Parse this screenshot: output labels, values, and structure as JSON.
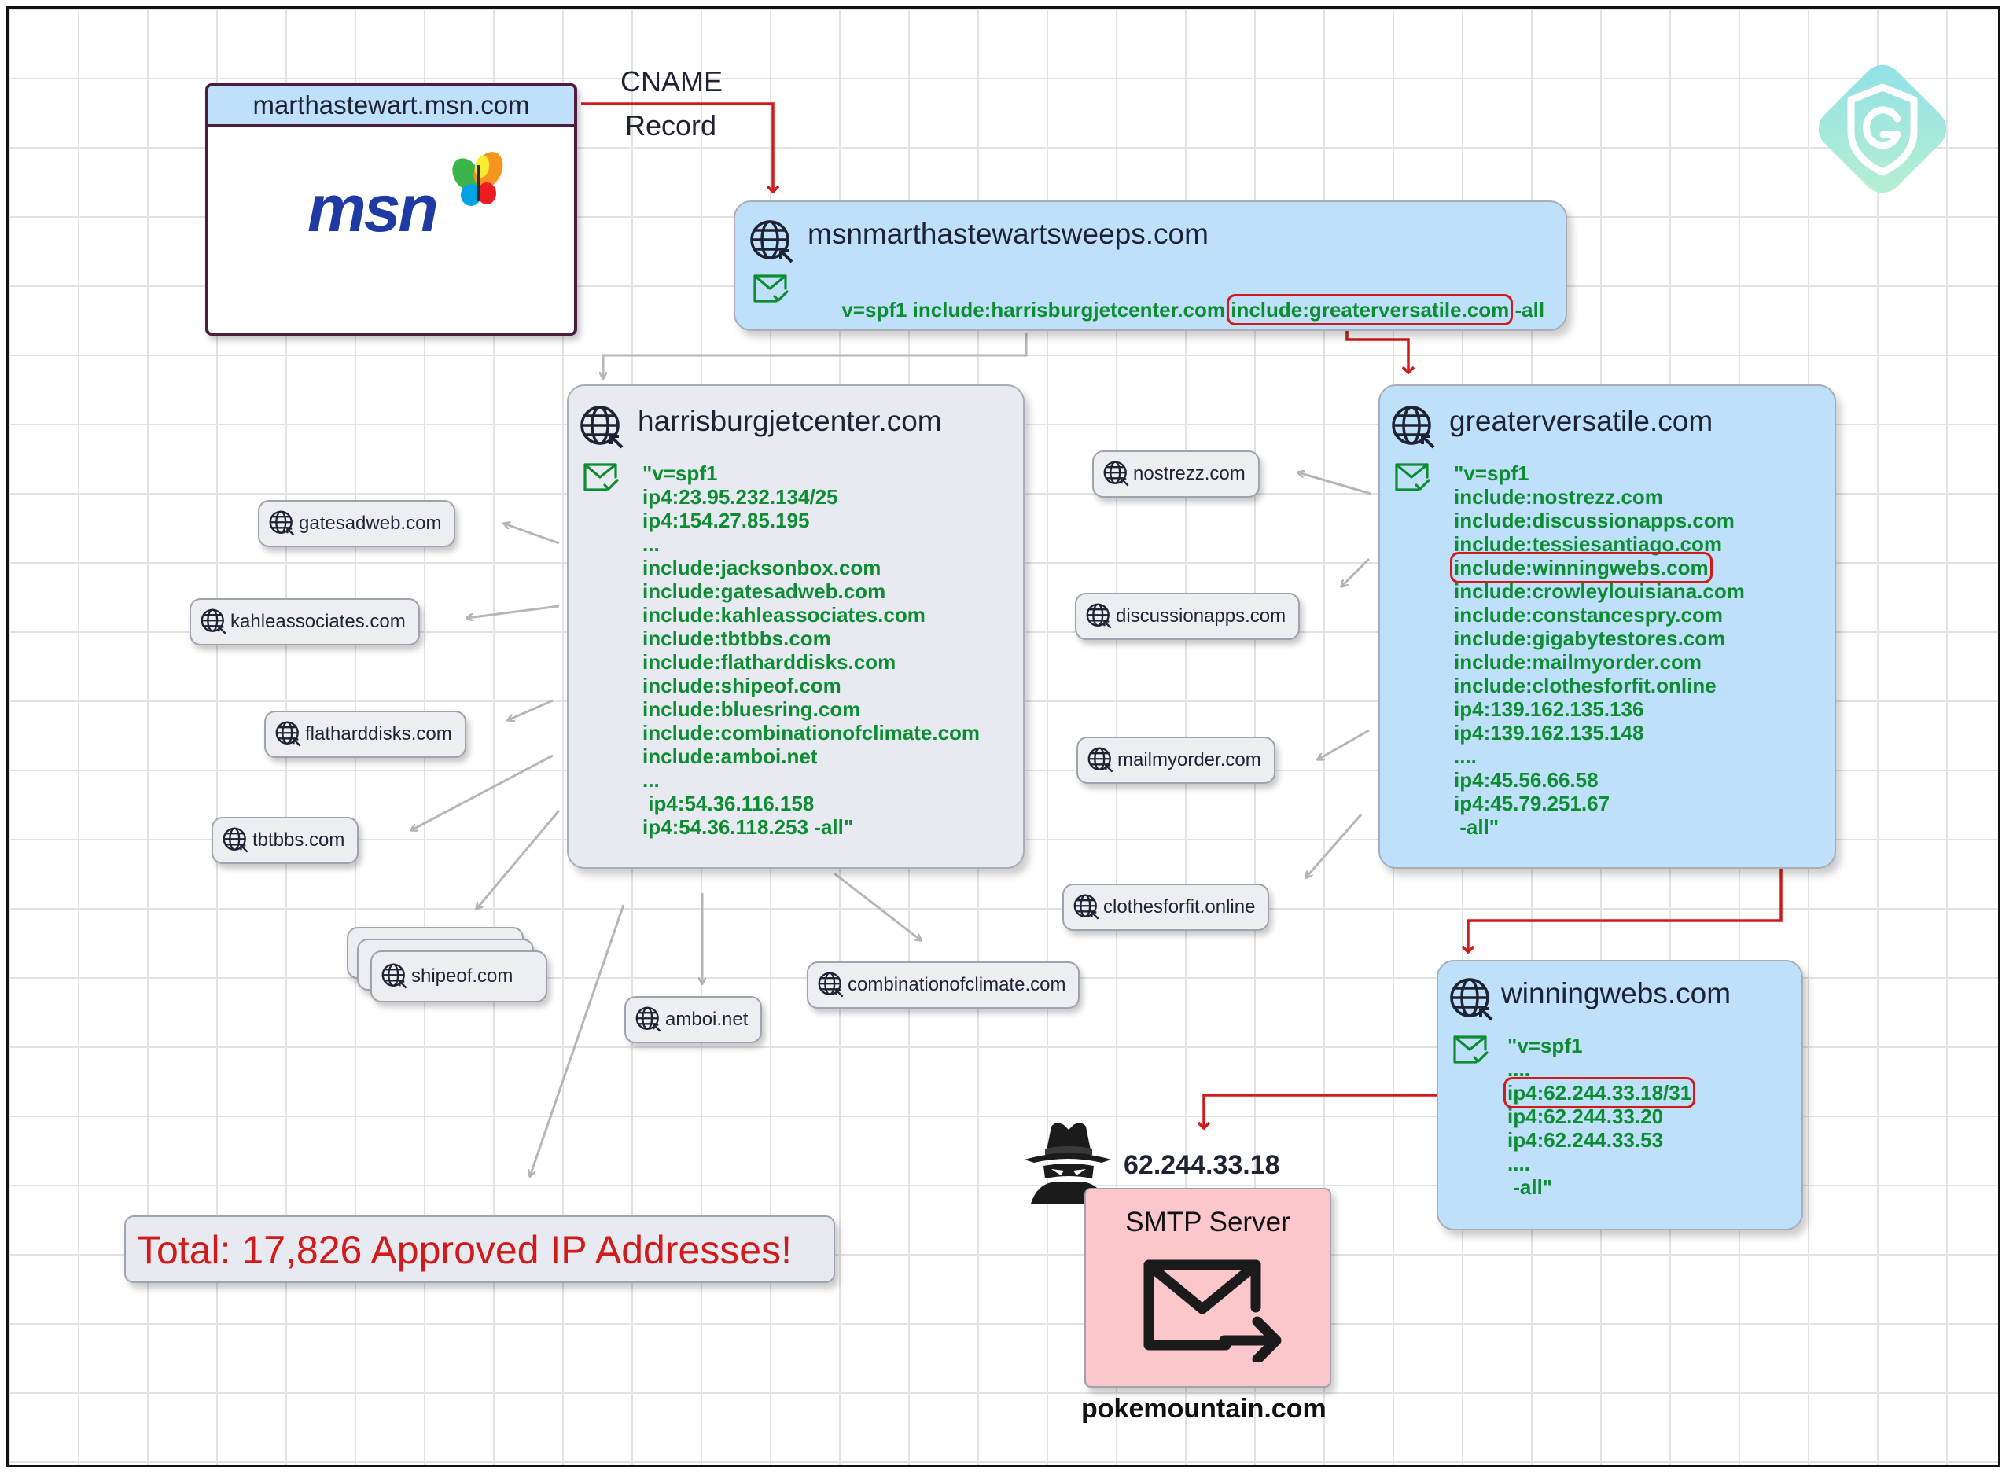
{
  "cname": {
    "source_domain": "marthastewart.msn.com",
    "logo_text": "msn",
    "label_line1": "CNAME",
    "label_line2": "Record"
  },
  "root_record": {
    "domain": "msnmarthastewartsweeps.com",
    "spf_part1": "v=spf1 include:harrisburgjetcenter.com ",
    "spf_highlight": "include:greaterversatile.com",
    "spf_part2": " -all"
  },
  "harrisburg": {
    "domain": "harrisburgjetcenter.com",
    "spf_lines": [
      "\"v=spf1",
      "ip4:23.95.232.134/25",
      "ip4:154.27.85.195",
      "...",
      "include:jacksonbox.com",
      "include:gatesadweb.com",
      "include:kahleassociates.com",
      "include:tbtbbs.com",
      "include:flatharddisks.com",
      "include:shipeof.com",
      "include:bluesring.com",
      "include:combinationofclimate.com",
      "include:amboi.net",
      "...",
      " ip4:54.36.116.158",
      "ip4:54.36.118.253 -all\""
    ]
  },
  "greaterversatile": {
    "domain": "greaterversatile.com",
    "spf_lines": [
      "\"v=spf1",
      "include:nostrezz.com",
      "include:discussionapps.com",
      "include:tessiesantiago.com",
      "include:winningwebs.com",
      "include:crowleylouisiana.com",
      "include:constancespry.com",
      "include:gigabytestores.com",
      "include:mailmyorder.com",
      "include:clothesforfit.online",
      "ip4:139.162.135.136",
      "ip4:139.162.135.148",
      "....",
      "ip4:45.56.66.58",
      "ip4:45.79.251.67",
      " -all\""
    ]
  },
  "winningwebs": {
    "domain": "winningwebs.com",
    "spf_lines": [
      "\"v=spf1",
      "....",
      "ip4:62.244.33.18/31",
      "ip4:62.244.33.20",
      "ip4:62.244.33.53",
      "....",
      " -all\""
    ]
  },
  "left_pills": {
    "gatesadweb": "gatesadweb.com",
    "kahleassociates": "kahleassociates.com",
    "flatharddisks": "flatharddisks.com",
    "tbtbbs": "tbtbbs.com",
    "shipeof": "shipeof.com",
    "amboi": "amboi.net",
    "combinationofclimate": "combinationofclimate.com"
  },
  "right_pills": {
    "nostrezz": "nostrezz.com",
    "discussionapps": "discussionapps.com",
    "mailmyorder": "mailmyorder.com",
    "clothesforfit": "clothesforfit.online"
  },
  "total_text": "Total: 17,826 Approved IP Addresses!",
  "smtp": {
    "ip": "62.244.33.18",
    "title": "SMTP Server",
    "host": "pokemountain.com"
  },
  "colors": {
    "card_blue": "#bfe0fb",
    "card_gray": "#e7eaf1",
    "spf_green": "#0d8c32",
    "highlight_red": "#d11a1a",
    "smtp_pink": "#fbc7cb"
  }
}
